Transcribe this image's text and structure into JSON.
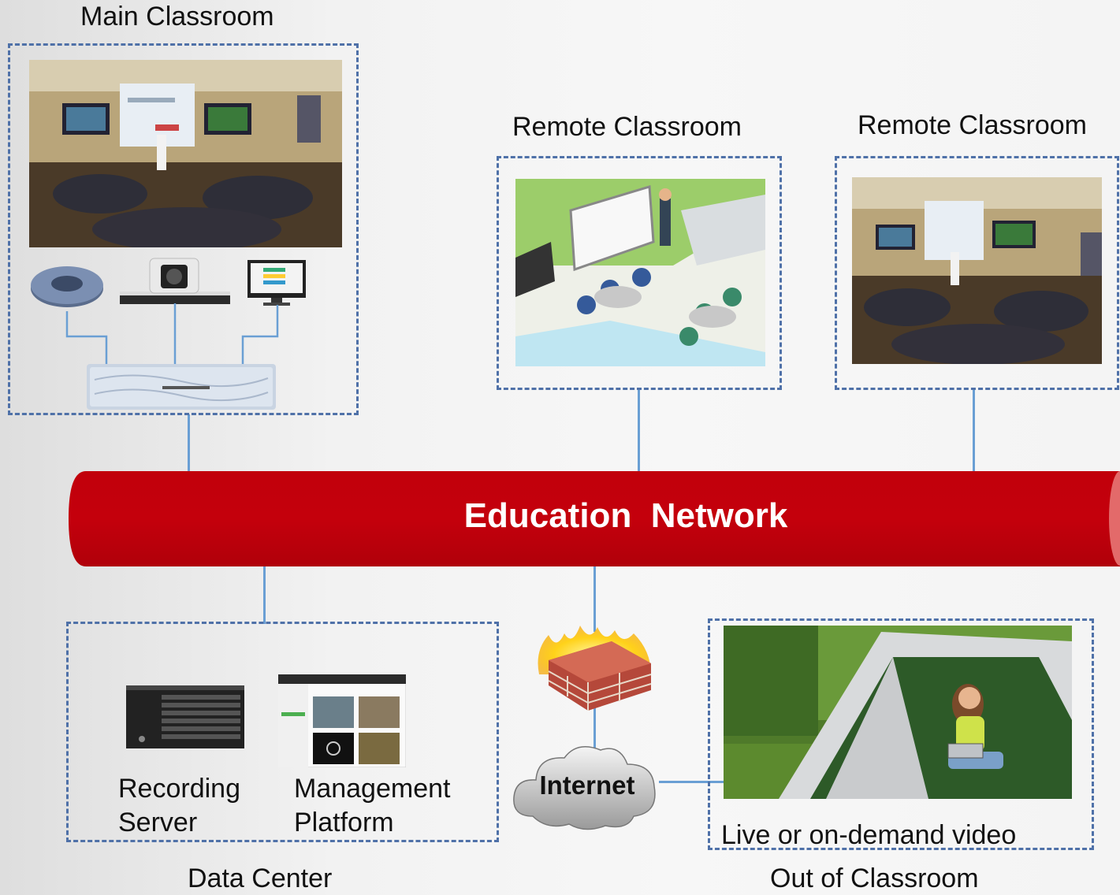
{
  "network": {
    "label": "Education  Network"
  },
  "main_classroom": {
    "title": "Main Classroom"
  },
  "remote_classrooms": [
    {
      "title": "Remote Classroom"
    },
    {
      "title": "Remote Classroom"
    }
  ],
  "data_center": {
    "title": "Data Center",
    "recording_server": {
      "line1": "Recording",
      "line2": "Server"
    },
    "management_platform": {
      "line1": "Management",
      "line2": "Platform"
    }
  },
  "internet": {
    "label": "Internet"
  },
  "out_of_classroom": {
    "title": "Out of Classroom",
    "caption": "Live or on-demand video"
  },
  "colors": {
    "network_red": "#c1000b",
    "dashed_border": "#4f71a8",
    "connector_blue": "#6a9fd4"
  },
  "icons": [
    "speakerphone-icon",
    "ptz-camera-icon",
    "monitor-icon",
    "codec-icon",
    "server-icon",
    "management-screen-icon",
    "firewall-icon",
    "cloud-icon"
  ]
}
